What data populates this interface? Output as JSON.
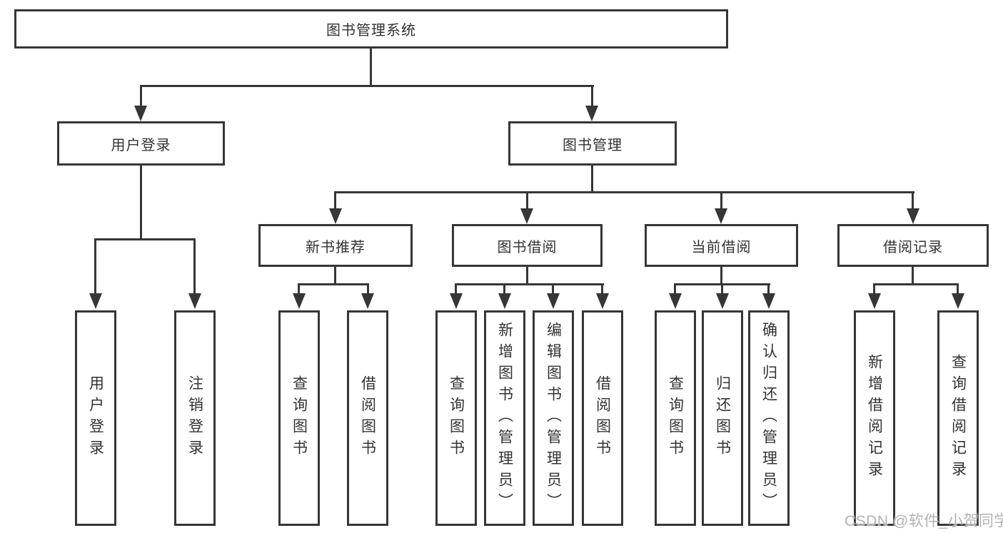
{
  "tree": {
    "label": "图书管理系统",
    "children": [
      {
        "label": "用户登录",
        "children": [
          {
            "label": "用户登录"
          },
          {
            "label": "注销登录"
          }
        ]
      },
      {
        "label": "图书管理",
        "children": [
          {
            "label": "新书推荐",
            "children": [
              {
                "label": "查询图书"
              },
              {
                "label": "借阅图书"
              }
            ]
          },
          {
            "label": "图书借阅",
            "children": [
              {
                "label": "查询图书"
              },
              {
                "label": "新增图书（管理员）"
              },
              {
                "label": "编辑图书（管理员）"
              },
              {
                "label": "借阅图书"
              }
            ]
          },
          {
            "label": "当前借阅",
            "children": [
              {
                "label": "查询图书"
              },
              {
                "label": "归还图书"
              },
              {
                "label": "确认归还（管理员）"
              }
            ]
          },
          {
            "label": "借阅记录",
            "children": [
              {
                "label": "新增借阅记录"
              },
              {
                "label": "查询借阅记录"
              }
            ]
          }
        ]
      }
    ]
  },
  "watermark": "CSDN @软件_小贺同学",
  "colors": {
    "line": "#363636",
    "text": "#333333",
    "background": "#ffffff",
    "watermark": "#b3b3b3"
  }
}
